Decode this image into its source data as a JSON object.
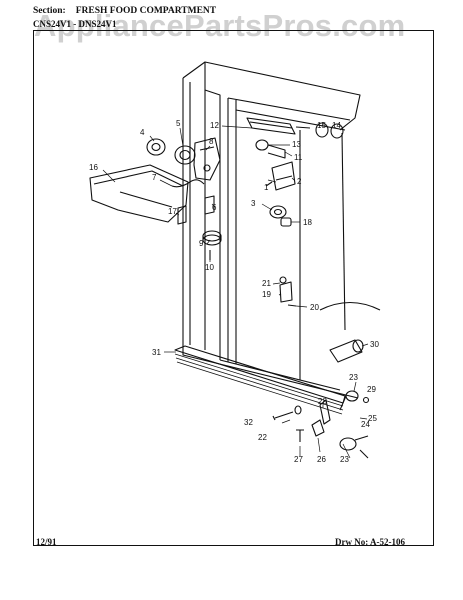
{
  "header": {
    "section_label": "Section:",
    "section_title": "FRESH FOOD COMPARTMENT",
    "model_text": "CNS24V1 - DNS24V1"
  },
  "watermark": "AppliancePartsPros.com",
  "footer": {
    "date": "12/91",
    "drawing_number": "Drw No: A-52-106"
  },
  "callouts": [
    "1",
    "2",
    "3",
    "4",
    "5",
    "6",
    "7",
    "8",
    "9",
    "10",
    "11",
    "12",
    "13",
    "14",
    "15",
    "16",
    "17",
    "18",
    "19",
    "20",
    "21",
    "22",
    "23",
    "24",
    "25",
    "26",
    "27",
    "28",
    "29",
    "30",
    "31",
    "32",
    "23"
  ]
}
